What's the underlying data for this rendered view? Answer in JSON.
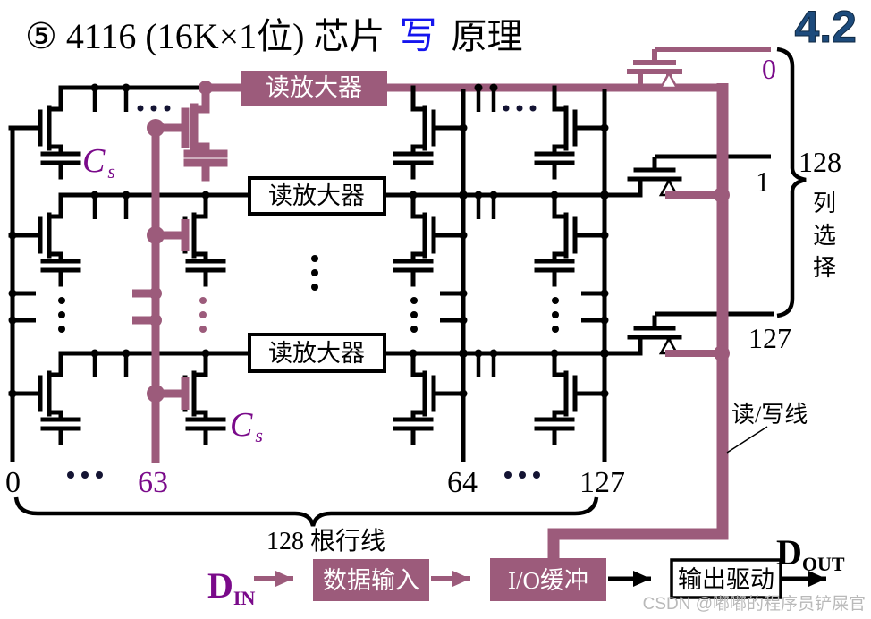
{
  "colors": {
    "accent_purple": "#9c5b7b",
    "text_purple": "#7a0a8a",
    "title_blue": "#1515ee",
    "corner_navy": "#1d4b7c",
    "line_black": "#000000",
    "watermark_gray": "#b9b9b9"
  },
  "title": {
    "bullet": "⑤",
    "part1": "4116 (16K×1位) 芯片",
    "highlight": "写",
    "part2": "原理"
  },
  "corner_tag": "4.2",
  "sense_amps": {
    "amp1": "读放大器",
    "amp2": "读放大器",
    "amp3": "读放大器"
  },
  "cells": {
    "cap1_main": "C",
    "cap1_sub": "s",
    "cap2_main": "C",
    "cap2_sub": "s"
  },
  "column_select": {
    "line0": "0",
    "line1": "1",
    "line127": "127",
    "count": "128",
    "word": [
      "列",
      "选",
      "择"
    ]
  },
  "row_lines": {
    "label0": "0",
    "label63": "63",
    "label64": "64",
    "label127": "127",
    "brace_label": "128 根行线"
  },
  "rw_line": {
    "label": "读/写线"
  },
  "datapath": {
    "d_in_main": "D",
    "d_in_sub": "IN",
    "box_data_input": "数据输入",
    "box_io_buffer": "I/O缓冲",
    "box_output_driver": "输出驱动",
    "d_out_main": "D",
    "d_out_sub": "OUT"
  },
  "watermark": "CSDN @嘟嘟的程序员铲屎官"
}
